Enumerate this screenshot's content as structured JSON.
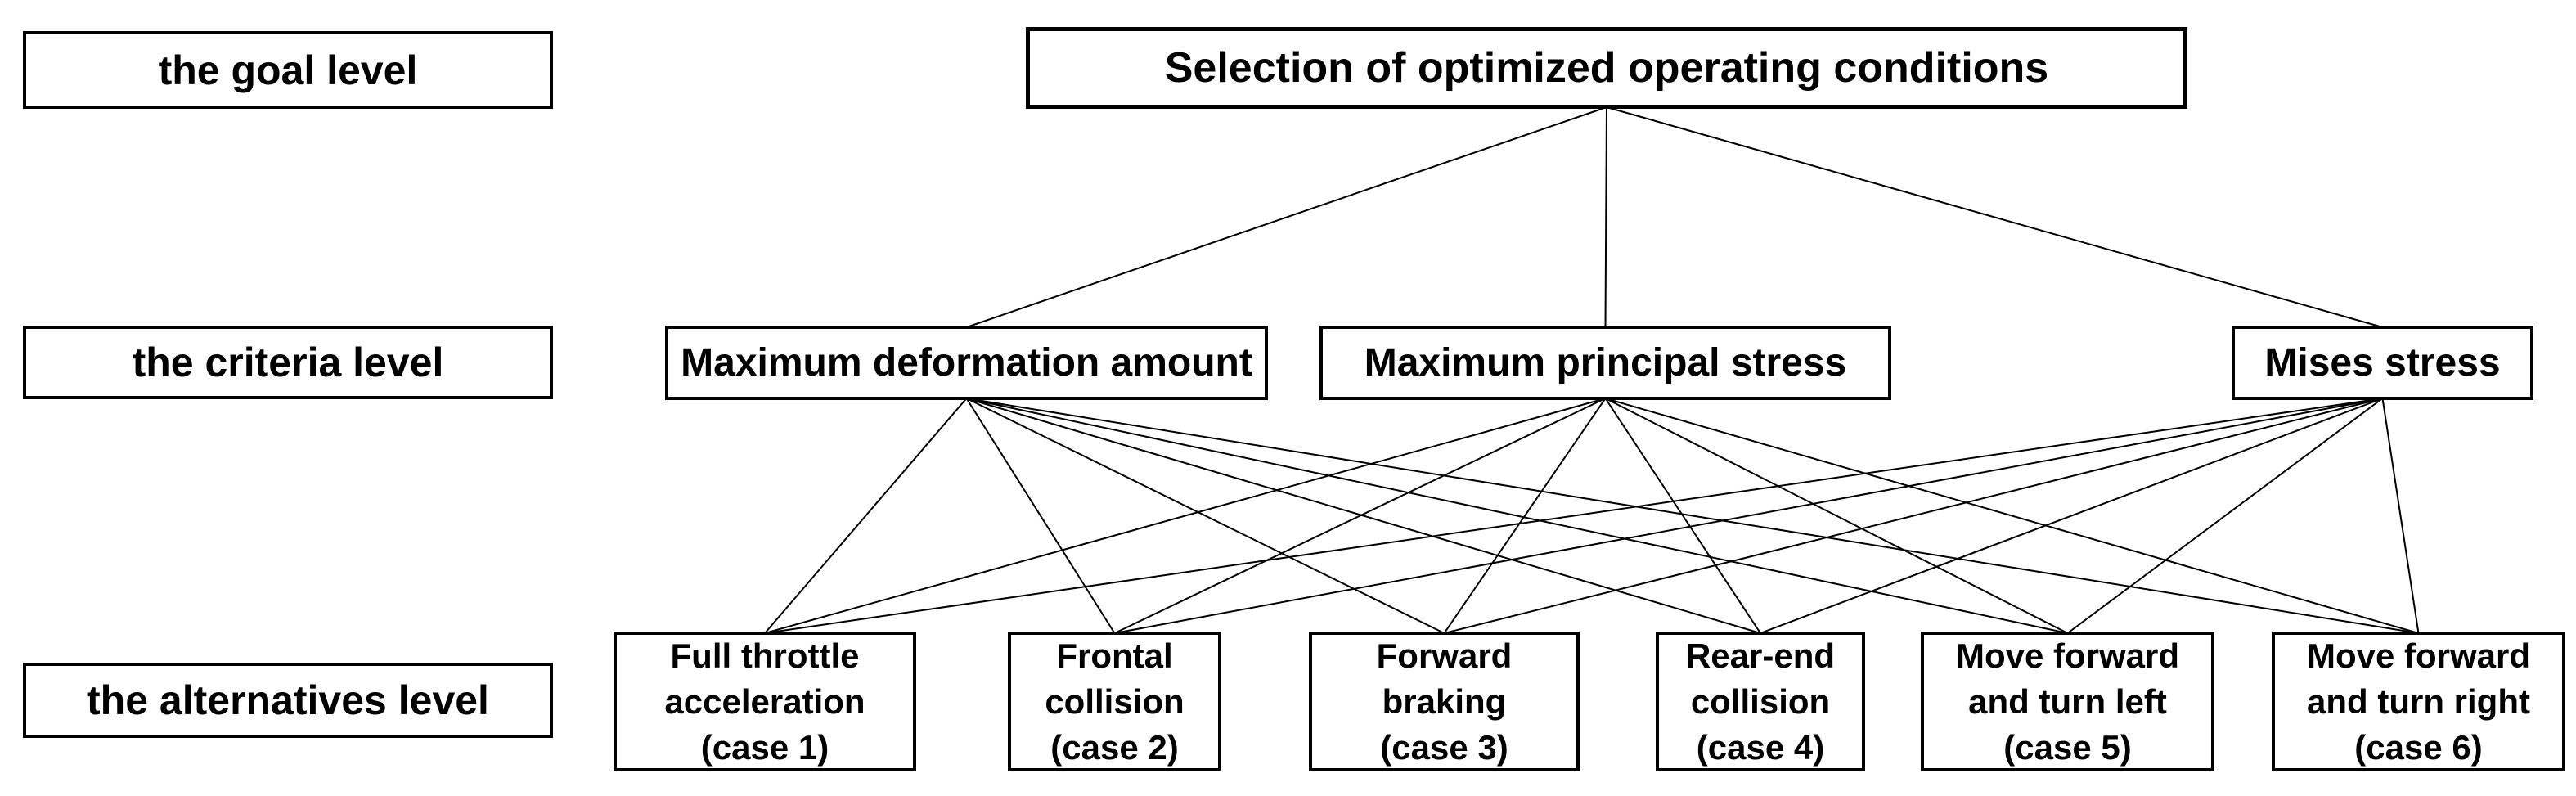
{
  "diagram": {
    "title_none": "",
    "level_labels": [
      {
        "text": "the goal level"
      },
      {
        "text": "the criteria level"
      },
      {
        "text": "the alternatives level"
      }
    ],
    "nodes": {
      "goal": {
        "label": "Selection of optimized operating conditions"
      },
      "criteria": [
        {
          "id": "c0",
          "label": "Maximum deformation amount"
        },
        {
          "id": "c1",
          "label": "Maximum principal stress"
        },
        {
          "id": "c2",
          "label": "Mises stress"
        }
      ],
      "alternatives": [
        {
          "id": "a0",
          "line1": "Full throttle",
          "line2": "acceleration",
          "line3": "(case 1)"
        },
        {
          "id": "a1",
          "line1": "Frontal",
          "line2": "collision",
          "line3": "(case 2)"
        },
        {
          "id": "a2",
          "line1": "Forward",
          "line2": "braking",
          "line3": "(case 3)"
        },
        {
          "id": "a3",
          "line1": "Rear-end",
          "line2": "collision",
          "line3": "(case 4)"
        },
        {
          "id": "a4",
          "line1": "Move forward",
          "line2": "and turn left",
          "line3": "(case 5)"
        },
        {
          "id": "a5",
          "line1": "Move forward",
          "line2": "and turn right",
          "line3": "(case 6)"
        }
      ]
    },
    "edges": [
      [
        "goal",
        "c0"
      ],
      [
        "goal",
        "c1"
      ],
      [
        "goal",
        "c2"
      ],
      [
        "c0",
        "a0"
      ],
      [
        "c0",
        "a1"
      ],
      [
        "c0",
        "a2"
      ],
      [
        "c0",
        "a3"
      ],
      [
        "c0",
        "a4"
      ],
      [
        "c0",
        "a5"
      ],
      [
        "c1",
        "a0"
      ],
      [
        "c1",
        "a1"
      ],
      [
        "c1",
        "a2"
      ],
      [
        "c1",
        "a3"
      ],
      [
        "c1",
        "a4"
      ],
      [
        "c1",
        "a5"
      ],
      [
        "c2",
        "a0"
      ],
      [
        "c2",
        "a1"
      ],
      [
        "c2",
        "a2"
      ],
      [
        "c2",
        "a3"
      ],
      [
        "c2",
        "a4"
      ],
      [
        "c2",
        "a5"
      ]
    ],
    "colors": {
      "background": "#ffffff",
      "border": "#000000",
      "text": "#000000",
      "line": "#000000"
    }
  }
}
